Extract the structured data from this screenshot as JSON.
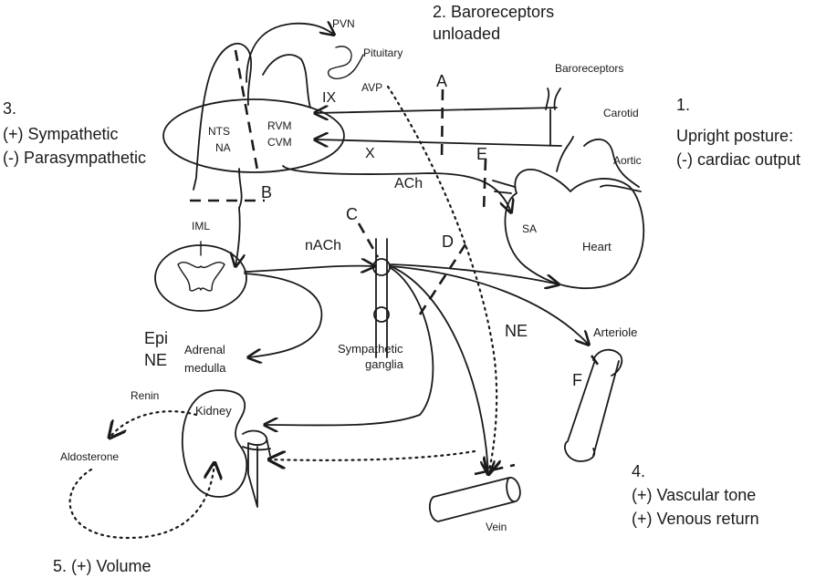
{
  "steps": {
    "step1": {
      "number": "1.",
      "line1": "Upright posture:",
      "line2": "(-) cardiac output"
    },
    "step2": {
      "line1": "2. Baroreceptors",
      "line2": "unloaded"
    },
    "step3": {
      "number": "3.",
      "line1": "(+) Sympathetic",
      "line2": "(-) Parasympathetic"
    },
    "step4": {
      "number": "4.",
      "line1": "(+) Vascular tone",
      "line2": "(+) Venous return"
    },
    "step5": {
      "text": "5. (+) Volume"
    }
  },
  "structures": {
    "pvn": "PVN",
    "pituitary": "Pituitary",
    "baroreceptors": "Baroreceptors",
    "carotid": "Carotid",
    "aortic": "Aortic",
    "nts": "NTS",
    "na": "NA",
    "rvm": "RVM",
    "cvm": "CVM",
    "iml": "IML",
    "sa": "SA",
    "heart": "Heart",
    "sympathetic_ganglia_1": "Sympathetic",
    "sympathetic_ganglia_2": "ganglia",
    "adrenal_1": "Adrenal",
    "adrenal_2": "medulla",
    "kidney": "Kidney",
    "arteriole": "Arteriole",
    "vein": "Vein",
    "renin": "Renin",
    "aldosterone": "Aldosterone"
  },
  "mediators": {
    "avp": "AVP",
    "ach": "ACh",
    "nach": "nACh",
    "ne_right": "NE",
    "epi": "Epi",
    "ne_left": "NE",
    "ix": "IX",
    "x": "X"
  },
  "lesion_sites": [
    "A",
    "B",
    "C",
    "D",
    "E",
    "F"
  ]
}
